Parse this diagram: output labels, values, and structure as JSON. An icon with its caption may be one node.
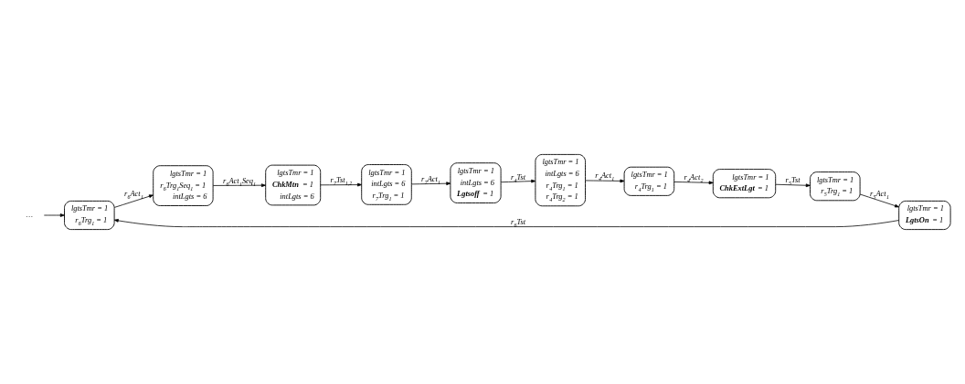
{
  "diagram": {
    "nodes": [
      {
        "text": [
          "…"
        ]
      },
      {
        "text": [
          "lgtsTmr = 1",
          "r$_{6}$Trg$_{1}$ = 1"
        ]
      },
      {
        "text": [
          "lgtsTmr = 1",
          "r$_{6}$Trg$_{1}$Seq$_{1}$ = 1",
          "intLgts = 6"
        ]
      },
      {
        "text": [
          "lgtsTmr = 1",
          "**ChkMtn** = 1",
          "intLgts = 6"
        ]
      },
      {
        "text": [
          "lgtsTmr = 1",
          "intLgts = 6",
          "r$_{7}$Trg$_{1}$ = 1"
        ]
      },
      {
        "text": [
          "lgtsTmr = 1",
          "**LgtsOn** = 1"
        ]
      },
      {
        "text": [
          "lgtsTmr = 1",
          "intLgts = 6",
          "**Lgtsoff** = 1"
        ]
      },
      {
        "text": [
          "lgtsTmr = 1",
          "intLgts = 6",
          "r$_{4}$Trg$_{1}$ = 1",
          "r$_{4}$Trg$_{2}$ = 1"
        ]
      },
      {
        "text": [
          "lgtsTmr = 1",
          "r$_{5}$Trg$_{1}$ = 1"
        ]
      },
      {
        "text": [
          "lgtsTmr = 1",
          "**ChkExtLgt** = 1"
        ]
      },
      {
        "text": [
          "lgtsTmr = 1",
          "r$_{4}$Trg$_{1}$ = 1"
        ]
      }
    ],
    "edges": [
      {
        "from": 0,
        "to": 1,
        "arrow": "to"
      },
      {
        "from": 1,
        "to": 2,
        "arrow": "to",
        "label": "r$_{6}$Act$_{1}$"
      },
      {
        "from": 2,
        "to": 3,
        "arrow": "to",
        "label": "r$_{6}$Act$_{1}$Seq$_{1}$"
      },
      {
        "from": 3,
        "to": 4,
        "arrow": "to",
        "label": "r$_{7}$Tst$_{1,2}$"
      },
      {
        "from": 4,
        "to": 6,
        "arrow": "to",
        "label": "r$_{7}$Act$_{1}$"
      },
      {
        "from": 6,
        "to": 7,
        "arrow": "to",
        "label": "r$_{4}$Tst"
      },
      {
        "from": 7,
        "to": 10,
        "arrow": "to",
        "label": "r$_{4}$Act$_{1}$"
      },
      {
        "from": 10,
        "to": 9,
        "arrow": "to",
        "label": "r$_{4}$Act$_{2}$"
      },
      {
        "from": 9,
        "to": 8,
        "arrow": "to",
        "label": "r$_{5}$Tst"
      },
      {
        "from": 8,
        "to": 5,
        "arrow": "to",
        "label": "r$_{5}$Act$_{1}$"
      },
      {
        "from": 5,
        "to": 1,
        "arrow": "to",
        "label": "r$_{6}$Tst"
      }
    ]
  }
}
